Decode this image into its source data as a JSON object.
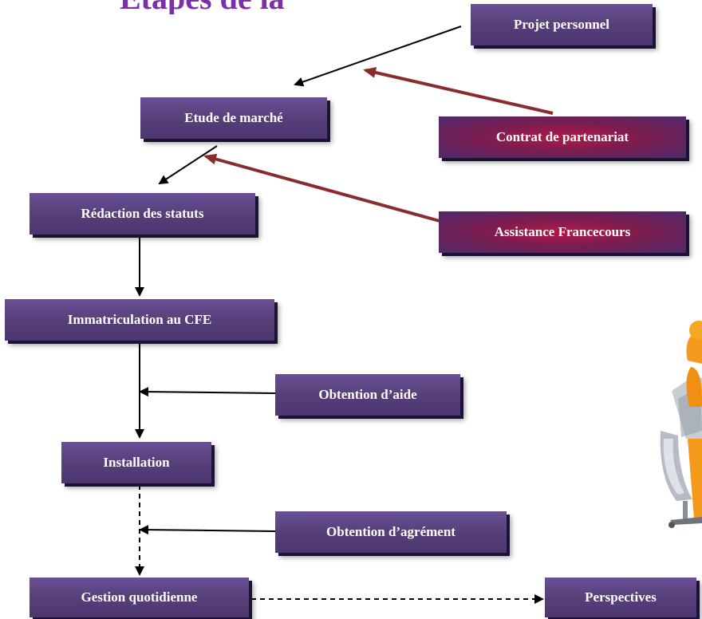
{
  "title_fragment": "Etapes de la",
  "nodes": {
    "projet_personnel": "Projet personnel",
    "etude_de_marche": "Etude de marché",
    "contrat_de_partenariat": "Contrat de partenariat",
    "redaction_des_statuts": "Rédaction des statuts",
    "assistance_francecours": "Assistance Francecours",
    "immatriculation_cfe": "Immatriculation au CFE",
    "obtention_aide": "Obtention d’aide",
    "installation": "Installation",
    "obtention_agrement": "Obtention d’agrément",
    "gestion_quotidienne": "Gestion quotidienne",
    "perspectives": "Perspectives"
  },
  "colors": {
    "box_purple": "#574079",
    "box_crimson": "#8b1a4a",
    "title": "#7b2fa8",
    "arrow_black": "#000000",
    "arrow_red": "#8b2c2c"
  },
  "illustration": "orange-figure-on-office-chair"
}
